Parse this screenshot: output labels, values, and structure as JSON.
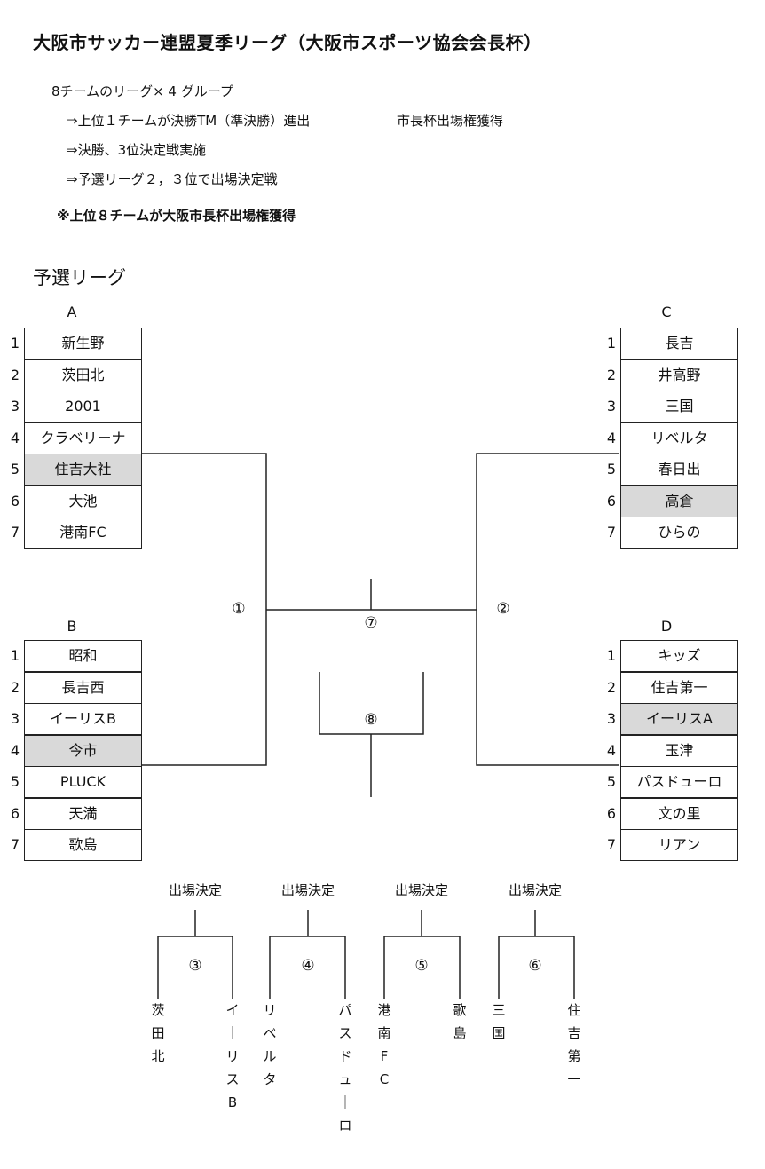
{
  "title": "大阪市サッカー連盟夏季リーグ（大阪市スポーツ協会会長杯）",
  "notes": {
    "line1": "8チームのリーグ× 4 グループ",
    "line2": "⇒上位１チームが決勝TM（準決勝）進出",
    "line2b": "市長杯出場権獲得",
    "line3": "⇒決勝、3位決定戦実施",
    "line4": "⇒予選リーグ２，３位で出場決定戦",
    "line5": "※上位８チームが大阪市長杯出場権獲得"
  },
  "section_title": "予選リーグ",
  "groups": {
    "A": {
      "label": "A",
      "teams": [
        {
          "num": "1",
          "name": "新生野",
          "highlight": false
        },
        {
          "num": "2",
          "name": "茨田北",
          "highlight": false
        },
        {
          "num": "3",
          "name": "2001",
          "highlight": false
        },
        {
          "num": "4",
          "name": "クラベリーナ",
          "highlight": false
        },
        {
          "num": "5",
          "name": "住吉大社",
          "highlight": true
        },
        {
          "num": "6",
          "name": "大池",
          "highlight": false
        },
        {
          "num": "7",
          "name": "港南FC",
          "highlight": false
        }
      ]
    },
    "B": {
      "label": "B",
      "teams": [
        {
          "num": "1",
          "name": "昭和",
          "highlight": false
        },
        {
          "num": "2",
          "name": "長吉西",
          "highlight": false
        },
        {
          "num": "3",
          "name": "イーリスB",
          "highlight": false
        },
        {
          "num": "4",
          "name": "今市",
          "highlight": true
        },
        {
          "num": "5",
          "name": "PLUCK",
          "highlight": false
        },
        {
          "num": "6",
          "name": "天満",
          "highlight": false
        },
        {
          "num": "7",
          "name": "歌島",
          "highlight": false
        }
      ]
    },
    "C": {
      "label": "C",
      "teams": [
        {
          "num": "1",
          "name": "長吉",
          "highlight": false
        },
        {
          "num": "2",
          "name": "井高野",
          "highlight": false
        },
        {
          "num": "3",
          "name": "三国",
          "highlight": false
        },
        {
          "num": "4",
          "name": "リベルタ",
          "highlight": false
        },
        {
          "num": "5",
          "name": "春日出",
          "highlight": false
        },
        {
          "num": "6",
          "name": "高倉",
          "highlight": true
        },
        {
          "num": "7",
          "name": "ひらの",
          "highlight": false
        }
      ]
    },
    "D": {
      "label": "D",
      "teams": [
        {
          "num": "1",
          "name": "キッズ",
          "highlight": false
        },
        {
          "num": "2",
          "name": "住吉第一",
          "highlight": false
        },
        {
          "num": "3",
          "name": "イーリスA",
          "highlight": true
        },
        {
          "num": "4",
          "name": "玉津",
          "highlight": false
        },
        {
          "num": "5",
          "name": "パスドューロ",
          "highlight": false
        },
        {
          "num": "6",
          "name": "文の里",
          "highlight": false
        },
        {
          "num": "7",
          "name": "リアン",
          "highlight": false
        }
      ]
    }
  },
  "matches": {
    "m1": "①",
    "m2": "②",
    "m7": "⑦",
    "m8": "⑧",
    "m3": "③",
    "m4": "④",
    "m5": "⑤",
    "m6": "⑥"
  },
  "playoffs": {
    "label": "出場決定",
    "p3": {
      "left": "茨田北",
      "right": "イーリスB"
    },
    "p4": {
      "left": "リベルタ",
      "right": "パスドューロ"
    },
    "p5": {
      "left": "港南FC",
      "right": "歌島"
    },
    "p6": {
      "left": "三国",
      "right": "住吉第一"
    }
  },
  "colors": {
    "highlight": "#d9d9d9",
    "line": "#222222"
  }
}
